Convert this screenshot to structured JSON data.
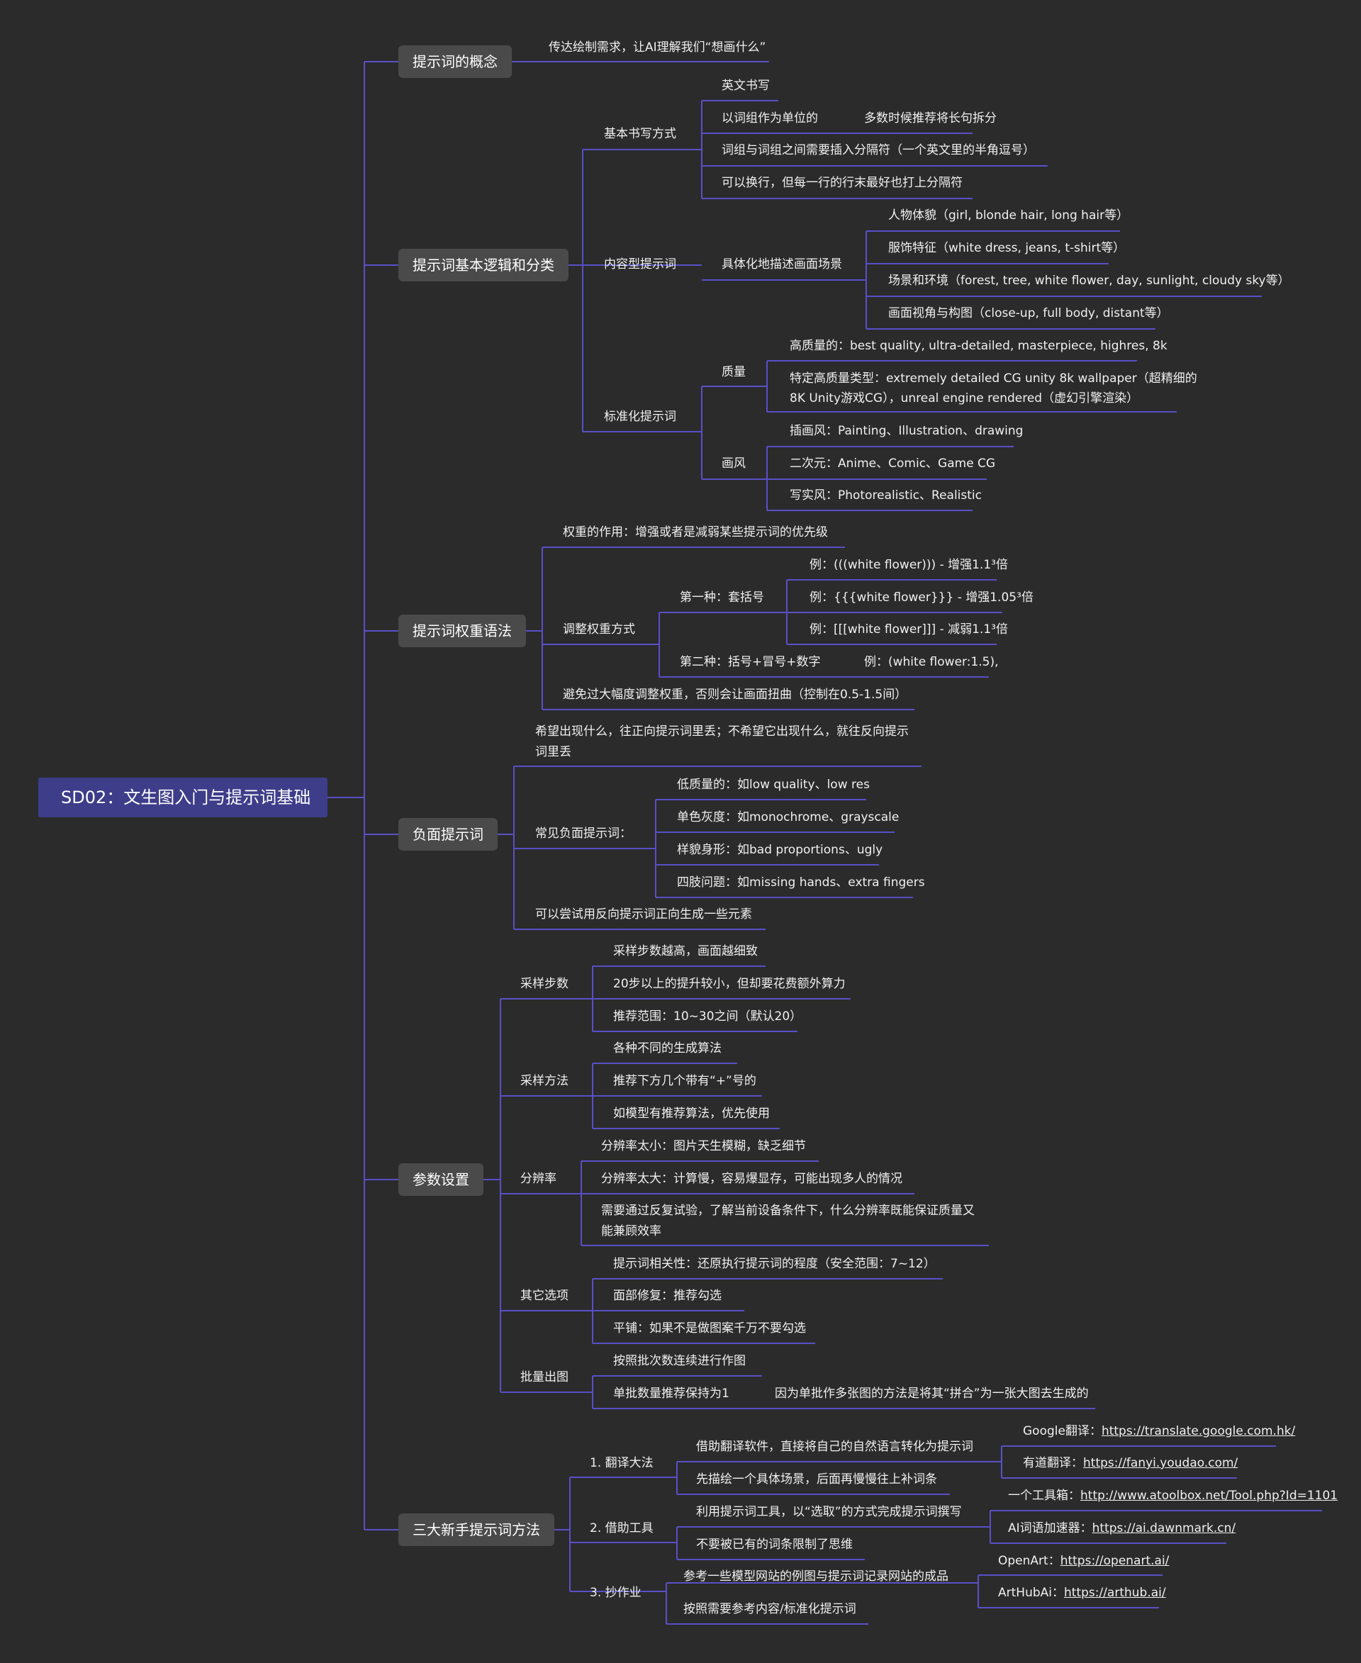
{
  "colors": {
    "background": "#2b2b2b",
    "line": "#5a4fc8",
    "root": "#3d3d8a",
    "topic": "#4a4a4a",
    "text": "#f0f0f0"
  },
  "root": "SD02：文生图入门与提示词基础",
  "topics": {
    "concept": "提示词的概念",
    "logic": "提示词基本逻辑和分类",
    "weight": "提示词权重语法",
    "negative": "负面提示词",
    "params": "参数设置",
    "methods": "三大新手提示词方法"
  },
  "concept": {
    "desc": "传达绘制需求，让AI理解我们“想画什么”"
  },
  "logic": {
    "basic": {
      "label": "基本书写方式",
      "items": [
        "英文书写",
        "以词组作为单位的",
        "词组与词组之间需要插入分隔符（一个英文里的半角逗号）",
        "可以换行，但每一行的行末最好也打上分隔符"
      ],
      "note": "多数时候推荐将长句拆分"
    },
    "content": {
      "label": "内容型提示词",
      "sub": "具体化地描述画面场景",
      "items": [
        "人物体貌（girl, blonde hair, long hair等）",
        "服饰特征（white dress, jeans, t-shirt等）",
        "场景和环境（forest, tree, white flower, day, sunlight, cloudy sky等）",
        "画面视角与构图（close-up, full body, distant等）"
      ]
    },
    "standard": {
      "label": "标准化提示词",
      "quality": {
        "label": "质量",
        "items": [
          "高质量的：best quality, ultra-detailed, masterpiece, highres, 8k",
          "特定高质量类型：extremely detailed CG unity 8k wallpaper（超精细的",
          "8K Unity游戏CG），unreal engine rendered（虚幻引擎渲染）"
        ]
      },
      "style": {
        "label": "画风",
        "items": [
          "插画风：Painting、Illustration、drawing",
          "二次元：Anime、Comic、Game CG",
          "写实风：Photorealistic、Realistic"
        ]
      }
    }
  },
  "weight": {
    "role": "权重的作用：增强或者是减弱某些提示词的优先级",
    "adjust": {
      "label": "调整权重方式",
      "first": {
        "label": "第一种：套括号",
        "items": [
          "例：(((white flower))) - 增强1.1³倍",
          "例：{{{white flower}}} - 增强1.05³倍",
          "例：[[[white flower]]] - 减弱1.1³倍"
        ]
      },
      "second": {
        "label": "第二种：括号+冒号+数字",
        "example": "例：(white flower:1.5),"
      }
    },
    "avoid": "避免过大幅度调整权重，否则会让画面扭曲（控制在0.5-1.5间）"
  },
  "negative": {
    "desc1": "希望出现什么，往正向提示词里丢；不希望它出现什么，就往反向提示",
    "desc2": "词里丢",
    "common": {
      "label": "常见负面提示词：",
      "items": [
        "低质量的：如low quality、low res",
        "单色灰度：如monochrome、grayscale",
        "样貌身形：如bad proportions、ugly",
        "四肢问题：如missing hands、extra fingers"
      ]
    },
    "tip": "可以尝试用反向提示词正向生成一些元素"
  },
  "params": {
    "steps": {
      "label": "采样步数",
      "items": [
        "采样步数越高，画面越细致",
        "20步以上的提升较小，但却要花费额外算力",
        "推荐范围：10~30之间（默认20）"
      ]
    },
    "sampler": {
      "label": "采样方法",
      "items": [
        "各种不同的生成算法",
        "推荐下方几个带有“+”号的",
        "如模型有推荐算法，优先使用"
      ]
    },
    "resolution": {
      "label": "分辨率",
      "items": [
        "分辨率太小：图片天生模糊，缺乏细节",
        "分辨率太大：计算慢，容易爆显存，可能出现多人的情况",
        "需要通过反复试验，了解当前设备条件下，什么分辨率既能保证质量又",
        "能兼顾效率"
      ]
    },
    "other": {
      "label": "其它选项",
      "items": [
        "提示词相关性：还原执行提示词的程度（安全范围：7~12）",
        "面部修复：推荐勾选",
        "平铺：如果不是做图案千万不要勾选"
      ]
    },
    "batch": {
      "label": "批量出图",
      "items": [
        "按照批次数连续进行作图",
        "单批数量推荐保持为1"
      ],
      "note": "因为单批作多张图的方法是将其“拼合”为一张大图去生成的"
    }
  },
  "methods": {
    "translate": {
      "label": "1. 翻译大法",
      "items": [
        "借助翻译软件，直接将自己的自然语言转化为提示词",
        "先描绘一个具体场景，后面再慢慢往上补词条"
      ],
      "links": [
        {
          "prefix": "Google翻译：",
          "url": "https://translate.google.com.hk/"
        },
        {
          "prefix": "有道翻译：",
          "url": "https://fanyi.youdao.com/"
        }
      ]
    },
    "tools": {
      "label": "2. 借助工具",
      "items": [
        "利用提示词工具，以“选取”的方式完成提示词撰写",
        "不要被已有的词条限制了思维"
      ],
      "links": [
        {
          "prefix": "一个工具箱：",
          "url": "http://www.atoolbox.net/Tool.php?Id=1101"
        },
        {
          "prefix": "AI词语加速器：",
          "url": "https://ai.dawnmark.cn/"
        }
      ]
    },
    "copy": {
      "label": "3. 抄作业",
      "items": [
        "参考一些模型网站的例图与提示词记录网站的成品",
        "按照需要参考内容/标准化提示词"
      ],
      "links": [
        {
          "prefix": "OpenArt：",
          "url": "https://openart.ai/"
        },
        {
          "prefix": "ArtHubAi：",
          "url": "https://arthub.ai/"
        }
      ]
    }
  }
}
